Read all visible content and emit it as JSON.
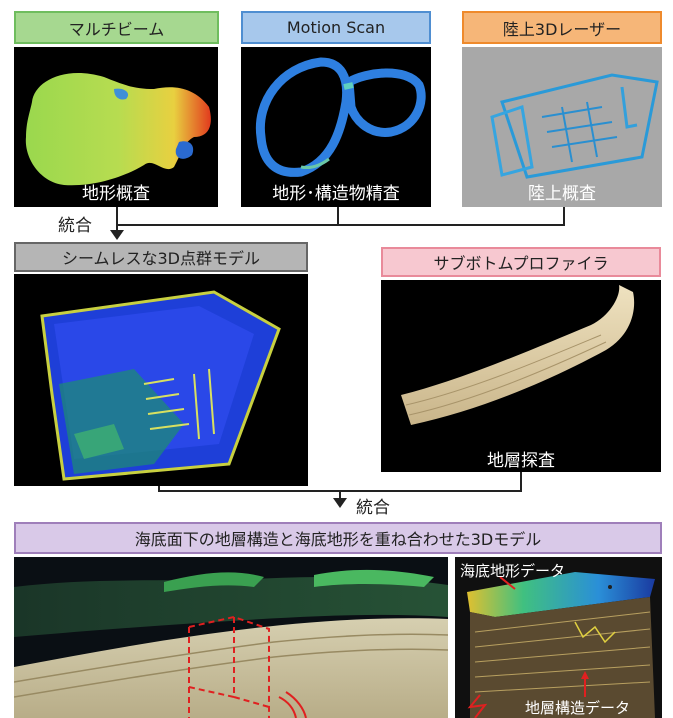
{
  "top_row": [
    {
      "label": "マルチビーム",
      "caption": "地形概査",
      "border": "#6fbd5e",
      "fill": "#a6d890"
    },
    {
      "label": "Motion Scan",
      "caption": "地形･構造物精査",
      "border": "#4f8ed1",
      "fill": "#a7c8ec"
    },
    {
      "label": "陸上3Dレーザー",
      "caption": "陸上概査",
      "border": "#ef8a2c",
      "fill": "#f6b678"
    }
  ],
  "integration_1": "統合",
  "middle_row": {
    "pointcloud_label": "シームレスな3D点群モデル",
    "pointcloud_border": "#666666",
    "pointcloud_fill": "#b5b5b5",
    "sbp_label": "サブボトムプロファイラ",
    "sbp_caption": "地層探査",
    "sbp_border": "#e98a9a",
    "sbp_fill": "#f7c8d0"
  },
  "integration_2": "統合",
  "bottom": {
    "title": "海底面下の地層構造と海底地形を重ね合わせた3Dモデル",
    "title_border": "#9f7fba",
    "title_fill": "#d9c9e8",
    "inset_label_top": "海底地形データ",
    "inset_label_bottom": "地層構造データ"
  }
}
